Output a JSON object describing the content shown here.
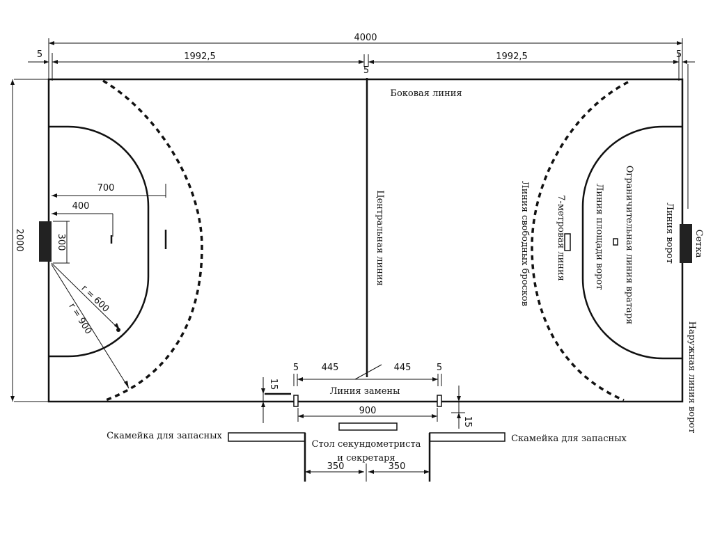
{
  "dimensions": {
    "total_length": "4000",
    "half_length_left": "1992,5",
    "half_length_right": "1992,5",
    "line_width_left": "5",
    "line_width_right": "5",
    "center_line_width": "5",
    "court_width": "2000",
    "goal_area_reach": "700",
    "penalty_line_distance": "400",
    "goal_width": "300",
    "radius_goal_area": "r = 600",
    "radius_free_throw": "r = 900",
    "sub_zone_left": "445",
    "sub_zone_right": "445",
    "sub_mark_width_left": "5",
    "sub_mark_width_right": "5",
    "sub_area_total": "900",
    "mark_len_left": "15",
    "mark_len_right": "15",
    "table_left": "350",
    "table_right": "350"
  },
  "labels": {
    "side_line": "Боковая линия",
    "center_line": "Центральная линия",
    "free_throw_line": "Линия свободных бросков",
    "seven_meter_line": "7-метровая линия",
    "goal_area_line": "Линия площади ворот",
    "goalkeeper_restraining_line": "Ограничительная линия вратаря",
    "goal_line": "Линия ворот",
    "goal_net": "Сетка",
    "outer_goal_line": "Наружная линия ворот",
    "substitution_line": "Линия замены",
    "bench_left": "Скамейка для запасных",
    "bench_right": "Скамейка для запасных",
    "table_line1": "Стол секундометриста",
    "table_line2": "и секретаря"
  }
}
